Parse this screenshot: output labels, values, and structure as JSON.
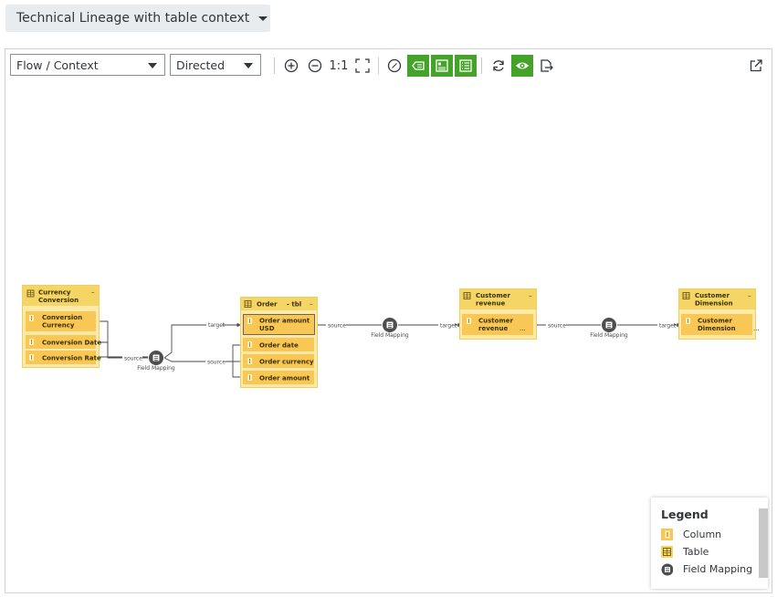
{
  "header": {
    "title": "Technical Lineage with table context"
  },
  "toolbar": {
    "view_select": "Flow / Context",
    "direction_select": "Directed",
    "zoom_reset_label": "1:1"
  },
  "graph": {
    "tables": [
      {
        "title": "Currency Conversion",
        "collapse": "–",
        "columns": [
          "Conversion Currency",
          "Conversion Date",
          "Conversion Rate"
        ]
      },
      {
        "title": "Order",
        "suffix": "- tbl",
        "collapse": "–",
        "columns": [
          "Order amount USD",
          "Order date",
          "Order currency",
          "Order amount"
        ]
      },
      {
        "title": "Customer revenue",
        "collapse": "–",
        "columns": [
          "Customer revenue"
        ],
        "more": "..."
      },
      {
        "title": "Customer Dimension",
        "collapse": "–",
        "columns": [
          "Customer Dimension"
        ],
        "more": "..."
      }
    ],
    "field_mapping_label": "Field Mapping",
    "edge_labels": {
      "source": "source",
      "target": "target"
    }
  },
  "legend": {
    "title": "Legend",
    "items": [
      "Column",
      "Table",
      "Field Mapping"
    ]
  },
  "colors": {
    "table": "#f5d565",
    "column": "#f9c756",
    "accent": "#45a329",
    "edge": "#4a4a4a"
  }
}
